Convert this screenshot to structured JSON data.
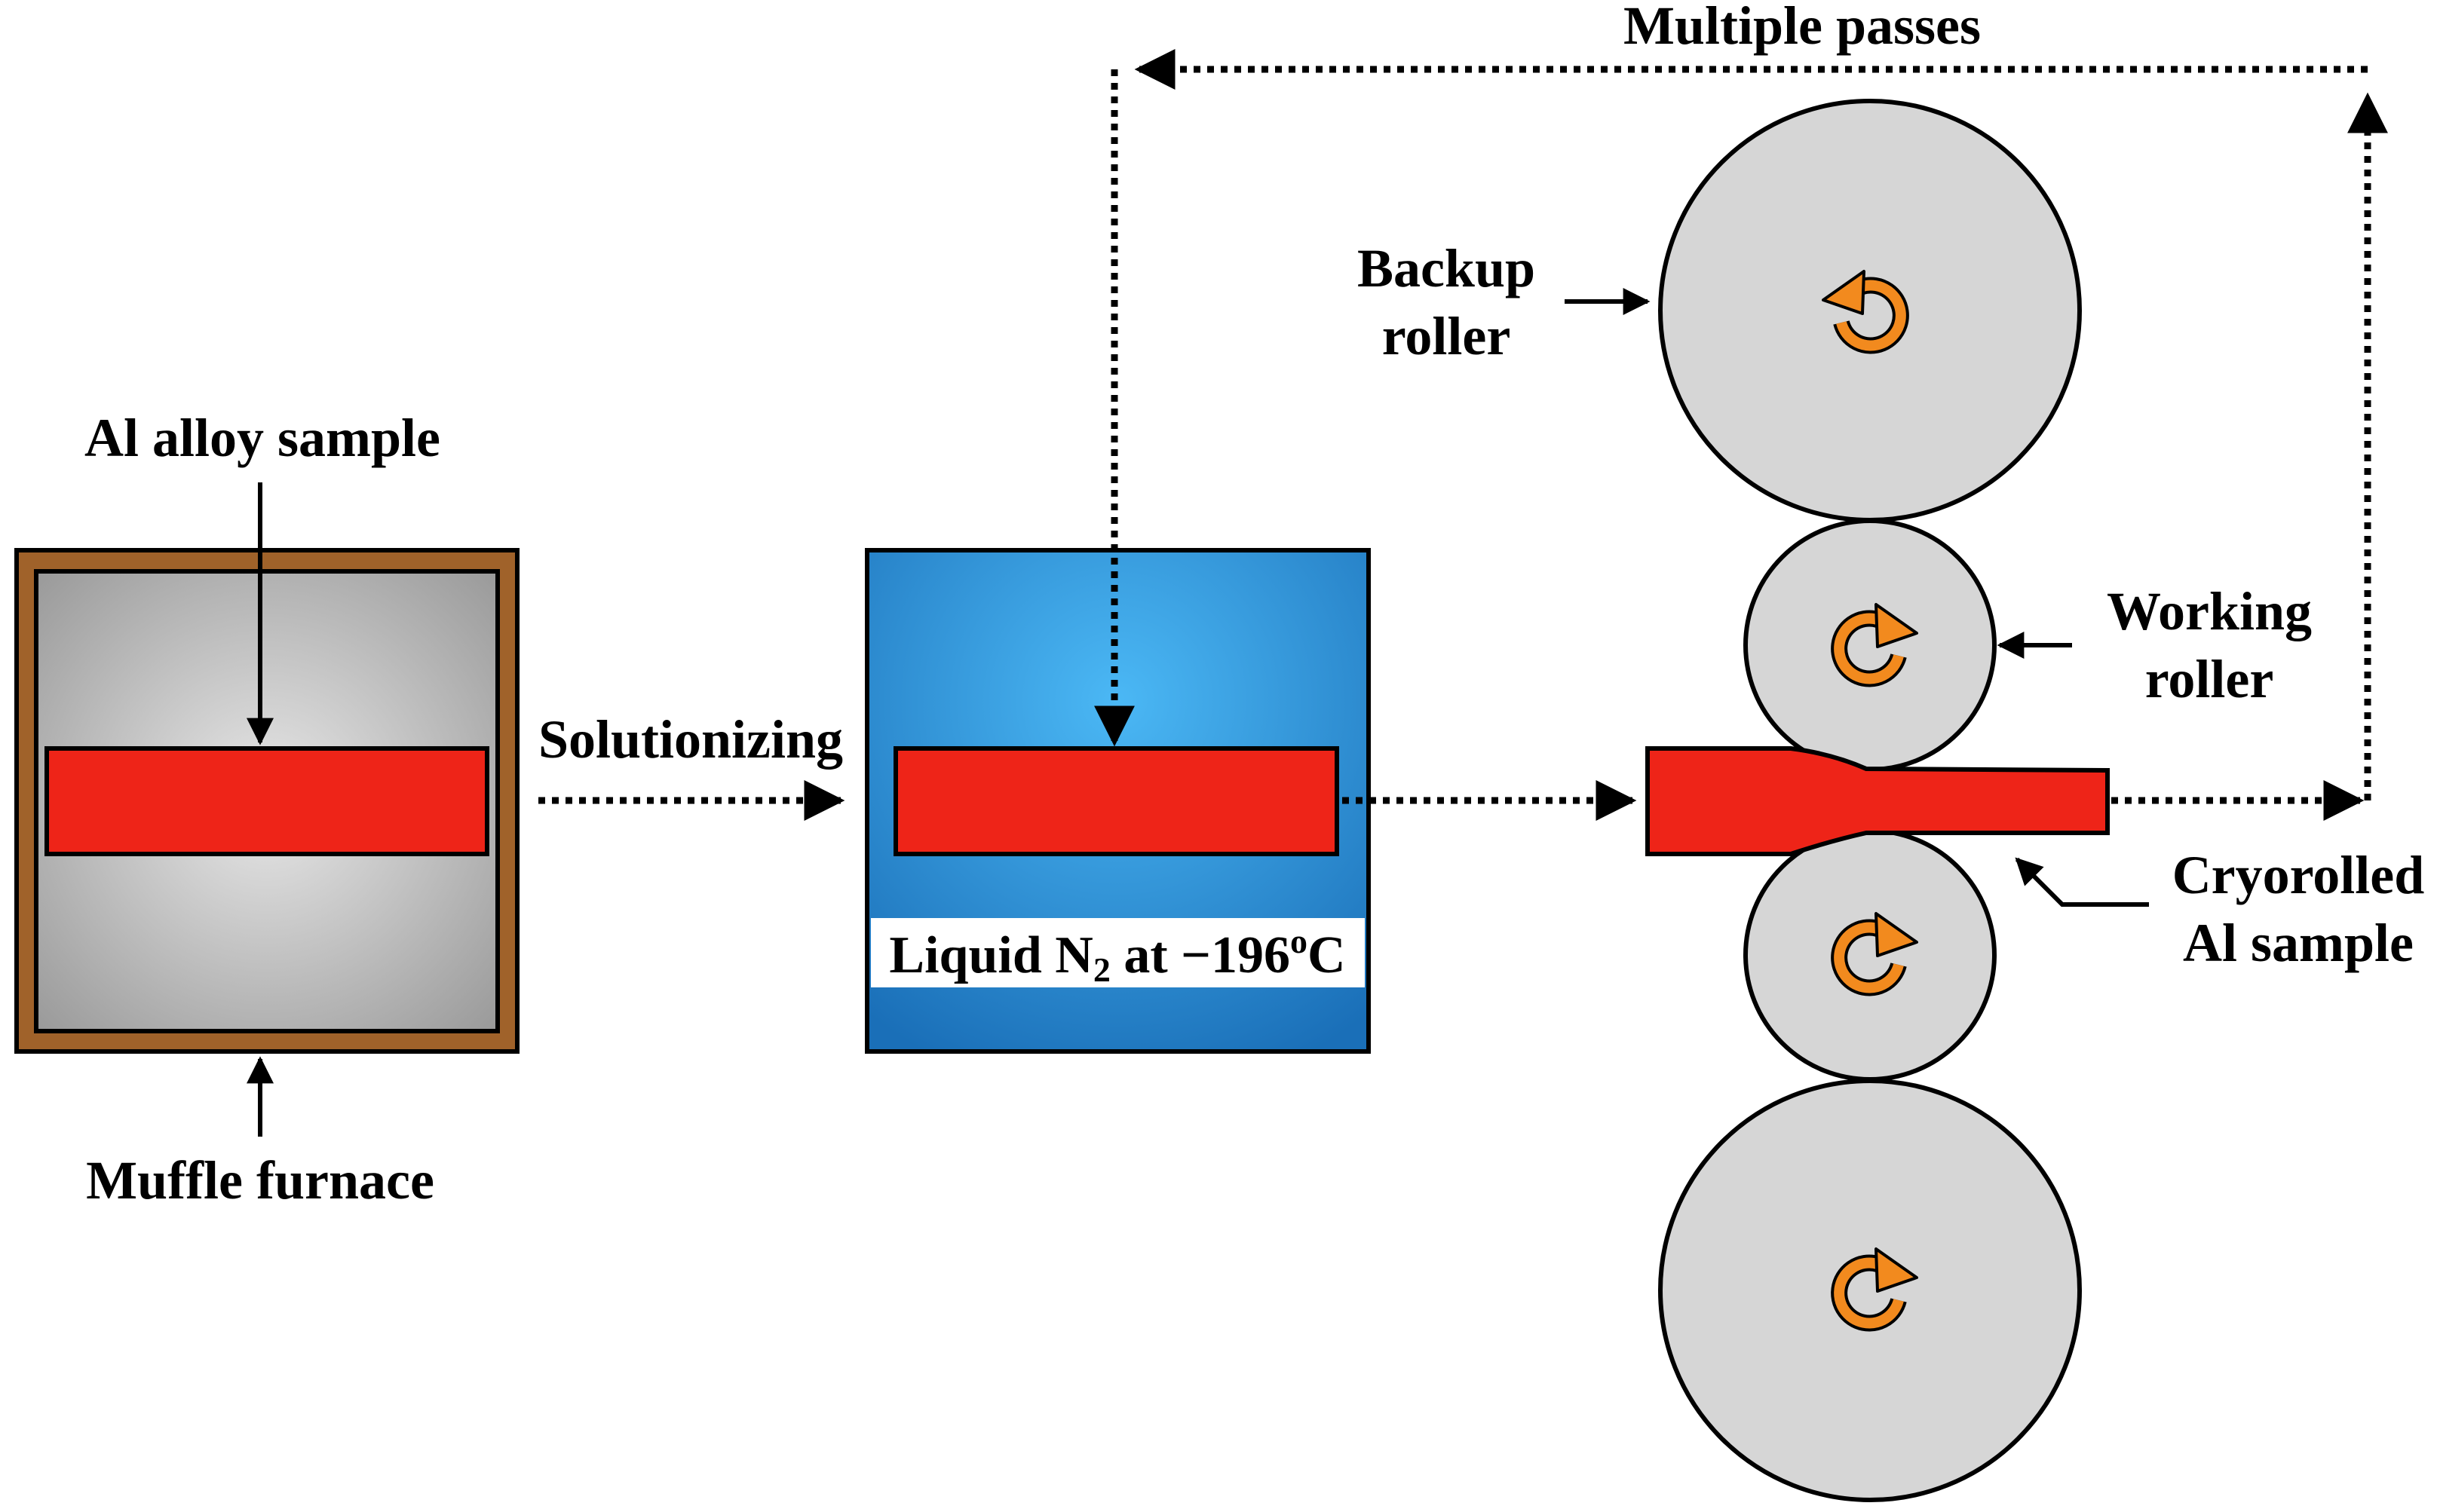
{
  "labels": {
    "al_alloy_sample": "Al alloy sample",
    "muffle_furnace": "Muffle furnace",
    "solutionizing": "Solutionizing",
    "liquid_n2_prefix": "Liquid N",
    "liquid_n2_sub": "2",
    "liquid_n2_suffix": " at −196",
    "liquid_n2_sup": "o",
    "liquid_n2_unit": "C",
    "multiple_passes": "Multiple passes",
    "backup_roller_line1": "Backup",
    "backup_roller_line2": "roller",
    "working_roller_line1": "Working",
    "working_roller_line2": "roller",
    "cryorolled_line1": "Cryorolled",
    "cryorolled_line2": "Al sample"
  },
  "colors": {
    "furnace_frame": "#A0622A",
    "furnace_inner": "#BDBDBD",
    "sample": "#EE2418",
    "liquid_n2_bath": "#2E8FD6",
    "roller": "#D6D6D6",
    "rotation_icon": "#F28A1E",
    "stroke": "#000000"
  },
  "icons": {
    "rotation": "circular-arrow-icon"
  }
}
